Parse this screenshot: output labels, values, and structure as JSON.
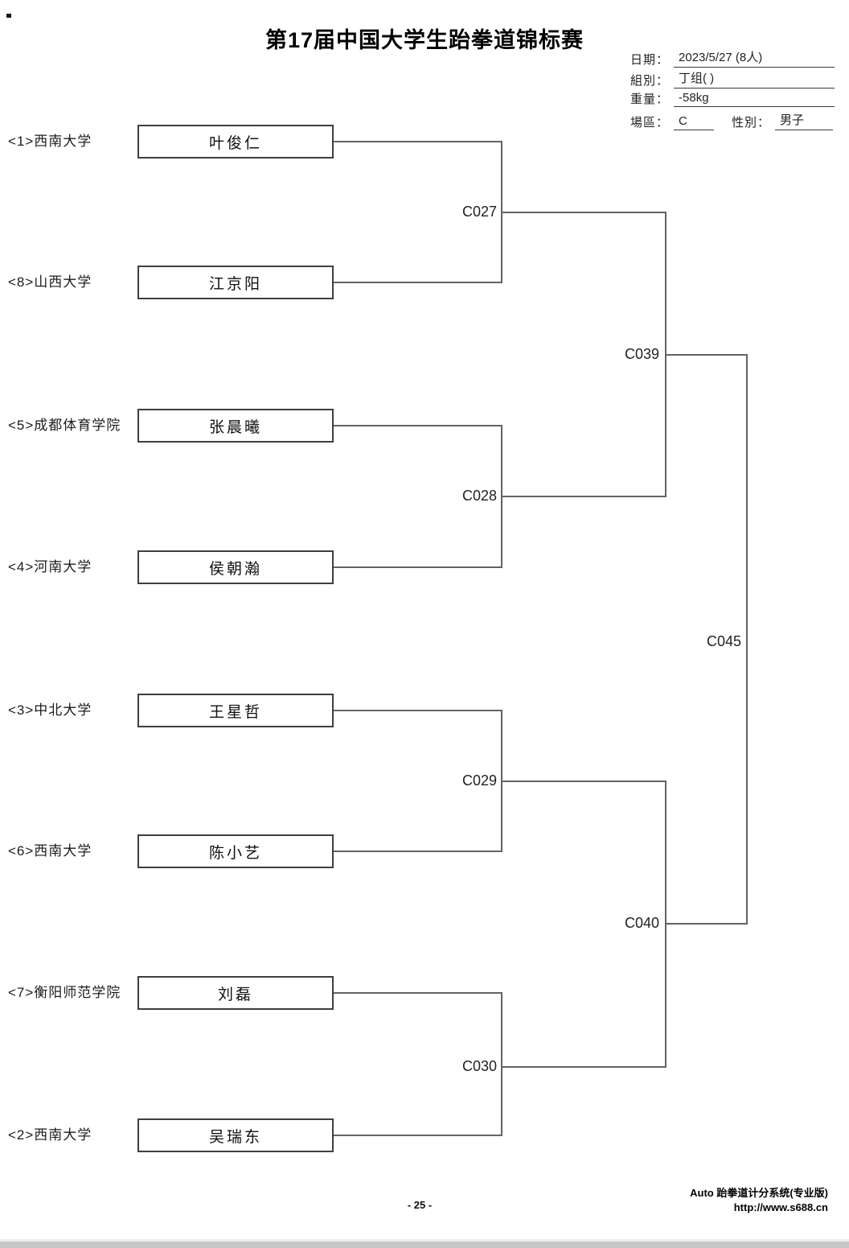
{
  "page": {
    "title": "第17届中国大学生跆拳道锦标赛",
    "page_number": "- 25 -"
  },
  "info": {
    "date_label": "日期：",
    "date_value": "2023/5/27  (8人)",
    "group_label": "組別：",
    "group_value": "丁组( )",
    "weight_label": "重量：",
    "weight_value": "-58kg",
    "area_label": "場區：",
    "area_value": "C",
    "gender_label": "性別：",
    "gender_value": "男子"
  },
  "bracket": {
    "players": [
      {
        "seed": "<1>西南大学",
        "name": "叶俊仁"
      },
      {
        "seed": "<8>山西大学",
        "name": "江京阳"
      },
      {
        "seed": "<5>成都体育学院",
        "name": "张晨曦"
      },
      {
        "seed": "<4>河南大学",
        "name": "侯朝瀚"
      },
      {
        "seed": "<3>中北大学",
        "name": "王星哲"
      },
      {
        "seed": "<6>西南大学",
        "name": "陈小艺"
      },
      {
        "seed": "<7>衡阳师范学院",
        "name": "刘磊"
      },
      {
        "seed": "<2>西南大学",
        "name": "吴瑞东"
      }
    ],
    "round1_codes": [
      "C027",
      "C028",
      "C029",
      "C030"
    ],
    "semifinal_codes": [
      "C039",
      "C040"
    ],
    "final_code": "C045"
  },
  "footer": {
    "system_name": "Auto 跆拳道计分系统(专业版)",
    "system_url": "http://www.s688.cn"
  }
}
